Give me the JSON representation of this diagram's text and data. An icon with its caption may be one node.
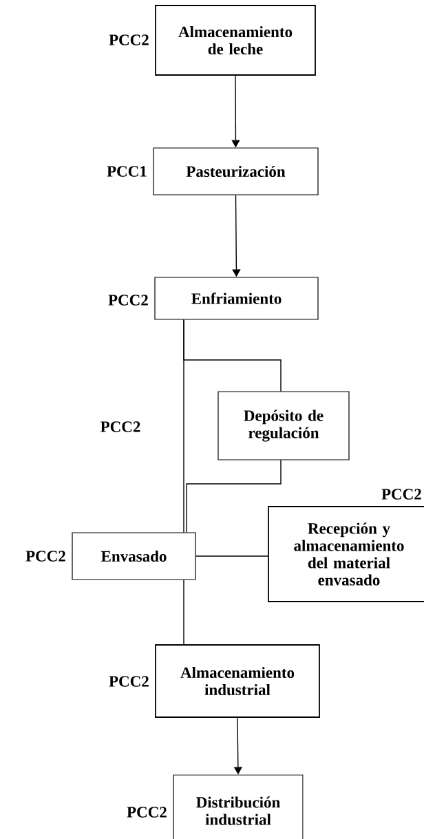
{
  "diagram": {
    "nodes": [
      {
        "text": [
          "Almacenamiento de leche"
        ],
        "beside": [
          "PCC2"
        ]
      },
      {
        "text": [
          "Pasteurización"
        ],
        "beside": [
          "PCC1"
        ]
      },
      {
        "text": [
          "Enfriamiento"
        ],
        "beside": [
          "PCC2"
        ]
      },
      {
        "text": [
          "Depósito de regulación"
        ]
      },
      {
        "text": [
          "Envasado"
        ],
        "beside": [
          "PCC2"
        ]
      },
      {
        "text": [
          "Recepción y almacenamiento del material envasado"
        ],
        "beside": [
          "PCC2"
        ]
      },
      {
        "text": [
          "Almacenamiento industrial"
        ],
        "beside": [
          "PCC2"
        ]
      },
      {
        "text": [
          "Distribución industrial"
        ],
        "beside": [
          "PCC2"
        ]
      }
    ],
    "edges": [
      {
        "from": 0,
        "to": 1,
        "arrow": "to"
      },
      {
        "from": 1,
        "to": 2,
        "arrow": "to"
      },
      {
        "from": 2,
        "to": 3,
        "arrow": "none"
      },
      {
        "from": 3,
        "to": 4,
        "arrow": "none"
      },
      {
        "from": 2,
        "to": 4,
        "arrow": "none"
      },
      {
        "from": 5,
        "to": 4,
        "arrow": "none"
      },
      {
        "from": 4,
        "to": 6,
        "arrow": "none"
      },
      {
        "from": 6,
        "to": 7,
        "arrow": "to"
      }
    ],
    "labels": [
      "PCC2"
    ]
  }
}
